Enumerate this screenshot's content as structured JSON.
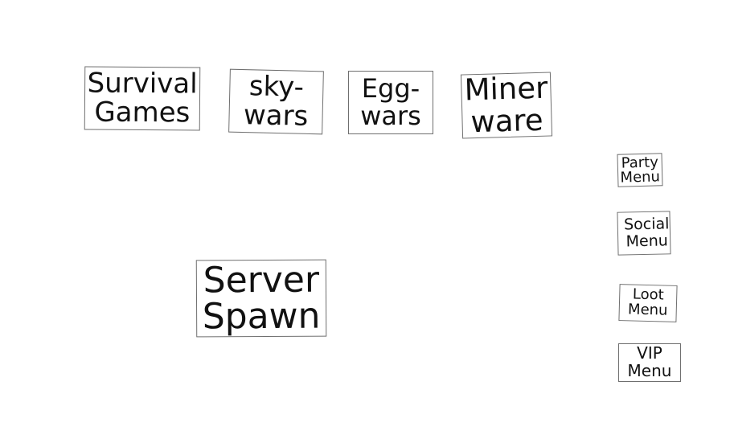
{
  "buttons": {
    "survival_games": {
      "line1": "Survival",
      "line2": "Games"
    },
    "skywars": {
      "line1": "sky-",
      "line2": "wars"
    },
    "eggwars": {
      "line1": "Egg-",
      "line2": "wars"
    },
    "minerware": {
      "line1": "Miner",
      "line2": "ware"
    },
    "server_spawn": {
      "line1": "Server",
      "line2": "Spawn"
    },
    "party_menu": {
      "line1": "Party",
      "line2": "Menu"
    },
    "social_menu": {
      "line1": "Social",
      "line2": "Menu"
    },
    "loot_menu": {
      "line1": "Loot",
      "line2": "Menu"
    },
    "vip_menu": {
      "line1": "VIP",
      "line2": "Menu"
    }
  },
  "colors": {
    "background": "#ffffff",
    "border": "#6f6f6f",
    "text": "#111111"
  }
}
